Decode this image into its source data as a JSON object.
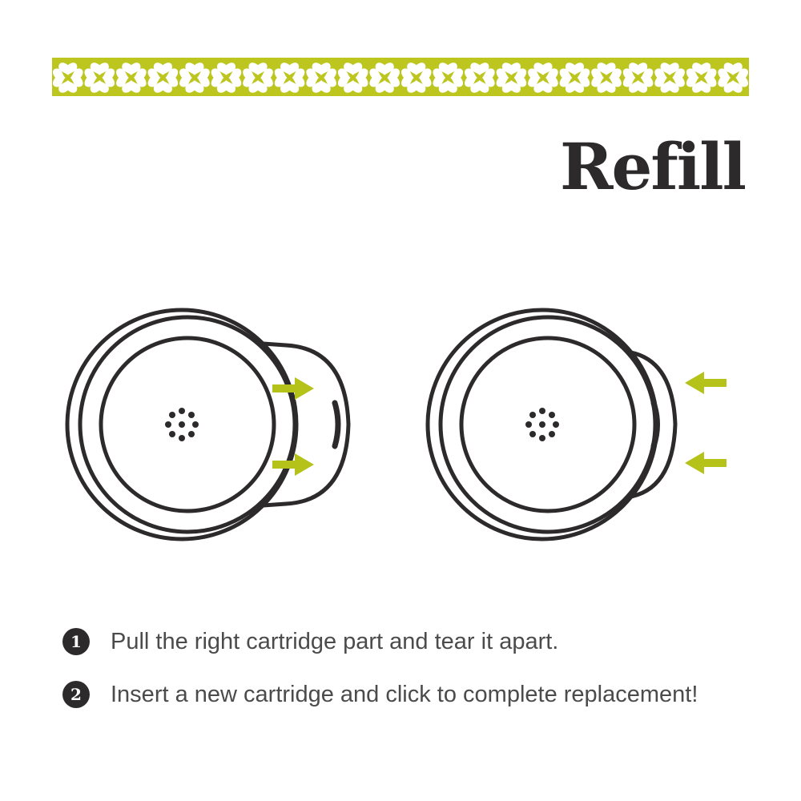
{
  "colors": {
    "banner_green": "#bcc61e",
    "arrow_green": "#b5c219",
    "ink": "#2d2a2b",
    "step_text": "#4b4b4b",
    "badge_bg": "#2d2a2b",
    "badge_number": "#ffffff",
    "background": "#ffffff"
  },
  "banner": {
    "motif": "clover-icon",
    "motif_count": 22
  },
  "title": "Refill",
  "devices": {
    "left": {
      "label": "cartridge-pulled-apart",
      "arrow_direction": "right"
    },
    "right": {
      "label": "cartridge-inserted",
      "arrow_direction": "left"
    }
  },
  "steps": [
    {
      "number": "1",
      "text": "Pull the right cartridge part and tear it apart."
    },
    {
      "number": "2",
      "text": "Insert a new cartridge and click to complete replacement!"
    }
  ]
}
